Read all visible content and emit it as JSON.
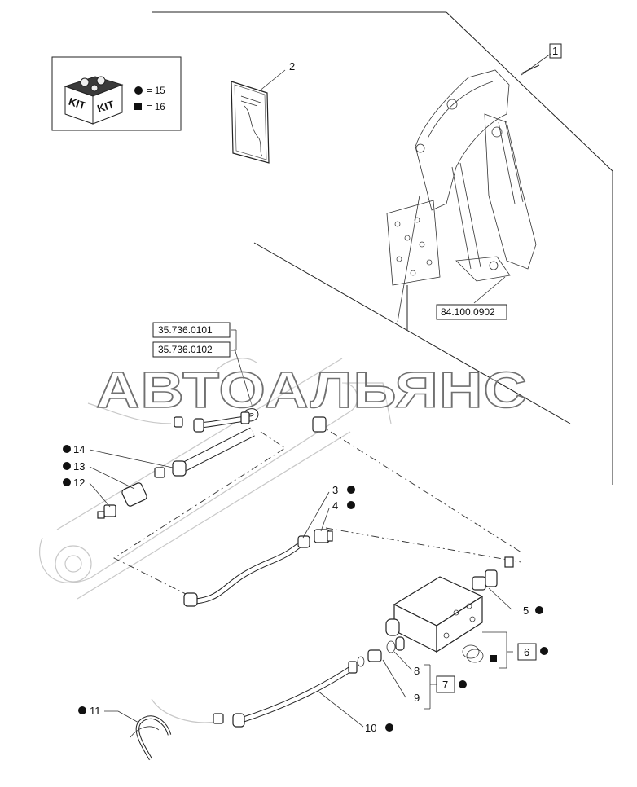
{
  "kit": {
    "word_left": "KIT",
    "word_right": "KIT",
    "circle_legend": "= 15",
    "square_legend": "= 16"
  },
  "watermark": "АВТОАЛЬЯНС",
  "references": [
    {
      "id": "ref-84",
      "text": "84.100.0902"
    },
    {
      "id": "ref-35a",
      "text": "35.736.0101"
    },
    {
      "id": "ref-35b",
      "text": "35.736.0102"
    }
  ],
  "callouts": {
    "c1": "1",
    "c2": "2",
    "c3": "3",
    "c4": "4",
    "c5": "5",
    "c6": "6",
    "c7": "7",
    "c8": "8",
    "c9": "9",
    "c10": "10",
    "c11": "11",
    "c12": "12",
    "c13": "13",
    "c14": "14"
  },
  "colors": {
    "ink": "#222222",
    "watermark_stroke": "#707070",
    "ghost": "#c8c8c8"
  }
}
